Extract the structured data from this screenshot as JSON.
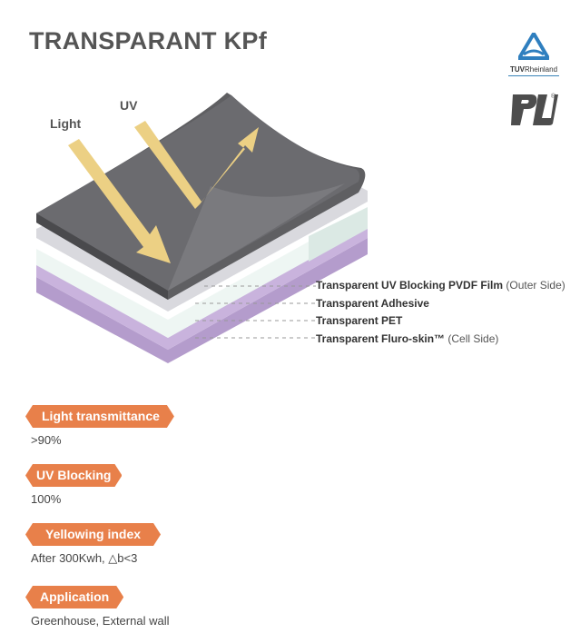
{
  "title": "TRANSPARANT KPf",
  "certifications": {
    "tuv": {
      "label_bold": "TUV",
      "label_rest": "Rheinland",
      "color": "#3a83b8"
    },
    "ul": {
      "label": "UL",
      "registered_mark": "®"
    }
  },
  "diagram": {
    "ray_labels": {
      "light": "Light",
      "uv": "UV"
    },
    "arrow_color": "#ecd084",
    "layers": [
      {
        "name": "Transparent UV Blocking PVDF Film",
        "note": "(Outer Side)"
      },
      {
        "name": "Transparent Adhesive",
        "note": ""
      },
      {
        "name": "Transparent PET",
        "note": ""
      },
      {
        "name": "Transparent Fluro-skin™",
        "note": "(Cell Side)"
      }
    ]
  },
  "properties": [
    {
      "label": "Light transmittance",
      "value": ">90%"
    },
    {
      "label": "UV Blocking",
      "value": "100%"
    },
    {
      "label": "Yellowing index",
      "value": "After 300Kwh, △b<3"
    },
    {
      "label": "Application",
      "value": "Greenhouse, External wall"
    }
  ],
  "colors": {
    "badge": "#e8804a",
    "purple_layer": "#b49ccc",
    "film": "#5f5f62"
  }
}
